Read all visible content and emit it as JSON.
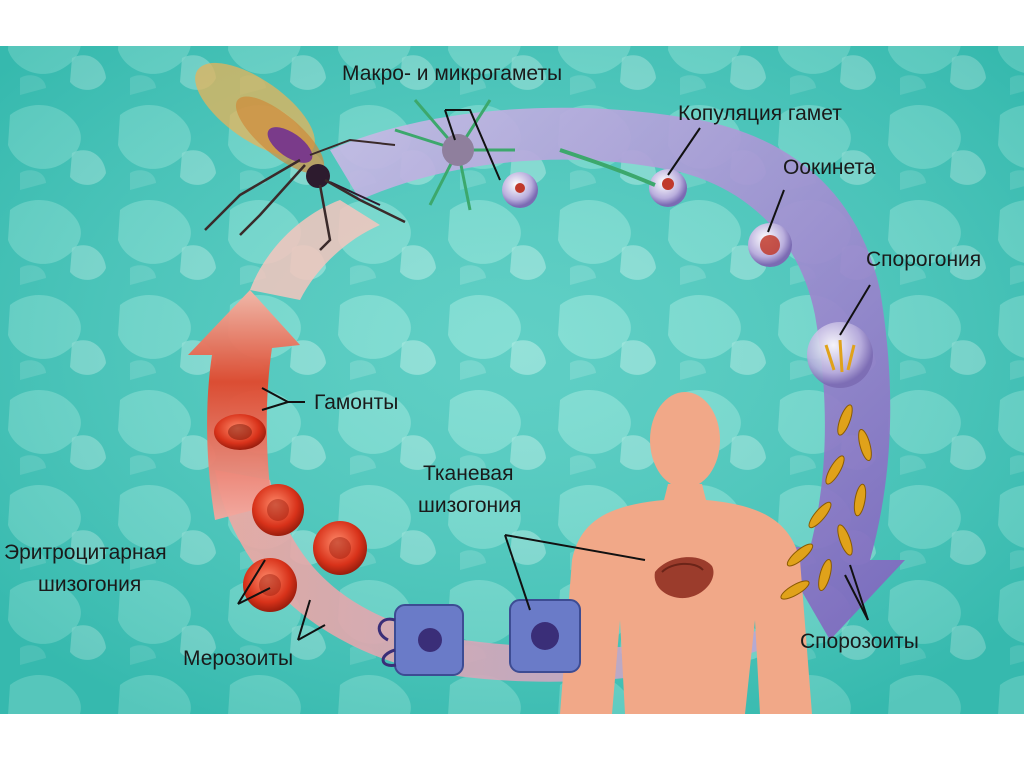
{
  "colors": {
    "background_teal": "#3fc4b8",
    "arrow_purple": "#8a74c4",
    "arrow_red": "#e0583a",
    "body_skin": "#f1a888",
    "label_text": "#1a1a1a"
  },
  "labels": {
    "macro_microgametes": "Макро- и микрогаметы",
    "gamete_copulation": "Копуляция гамет",
    "ookinete": "Оокинета",
    "sporogony": "Спорогония",
    "gamonts": "Гамонты",
    "tissue_schizogony_line1": "Тканевая",
    "tissue_schizogony_line2": "шизогония",
    "erythrocytic_schizogony_line1": "Эритроцитарная",
    "erythrocytic_schizogony_line2": "шизогония",
    "merozoites": "Мерозоиты",
    "sporozoites": "Спорозоиты"
  },
  "icons": [
    "mosquito-icon",
    "human-silhouette-icon",
    "liver-icon",
    "red-blood-cell-icon",
    "tissue-cell-icon",
    "gamete-cell-icon"
  ]
}
